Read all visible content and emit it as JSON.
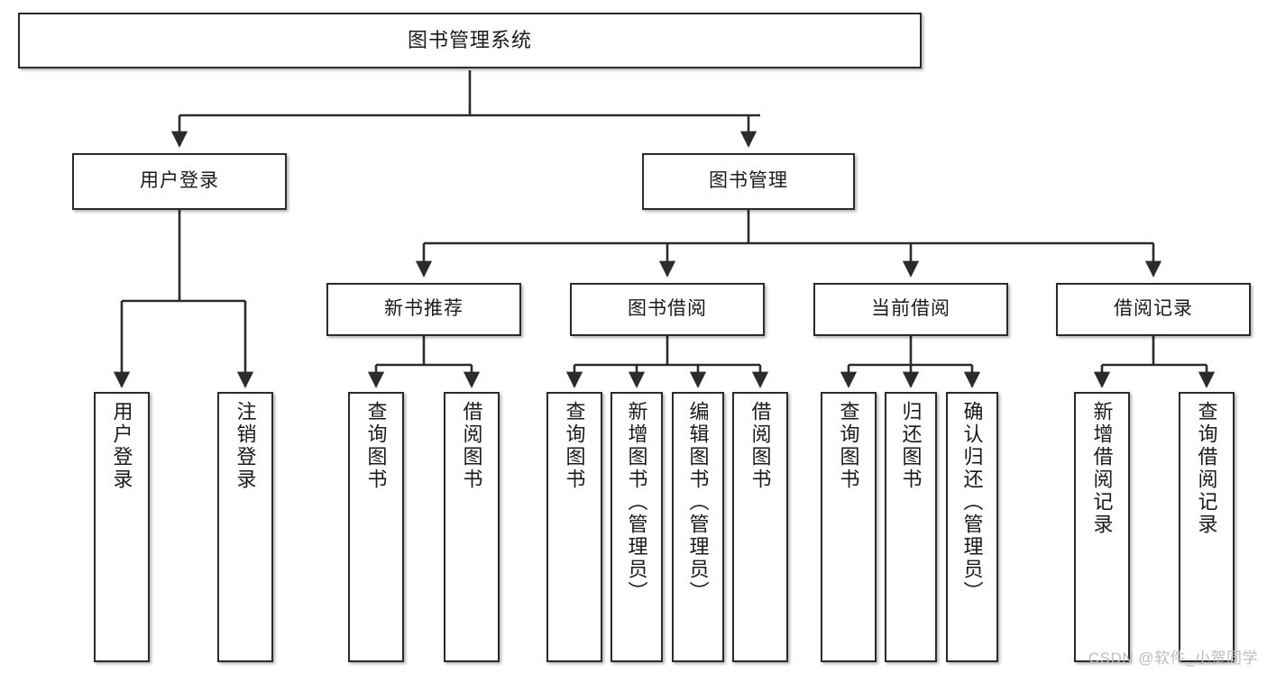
{
  "diagram": {
    "type": "tree-hierarchy",
    "title": "图书管理系统",
    "watermark": "CSDN @软件_小贺同学",
    "colors": {
      "box_border": "#2b2b2b",
      "box_fill": "#ffffff",
      "wire": "#2b2b2b",
      "watermark": "#bdbdbd"
    },
    "levels": {
      "root": {
        "label": "图书管理系统"
      },
      "level2": [
        {
          "label": "用户登录"
        },
        {
          "label": "图书管理"
        }
      ],
      "level3": [
        {
          "label": "新书推荐"
        },
        {
          "label": "图书借阅"
        },
        {
          "label": "当前借阅"
        },
        {
          "label": "借阅记录"
        }
      ],
      "leaves": {
        "user_login": [
          {
            "label": "用户登录"
          },
          {
            "label": "注销登录"
          }
        ],
        "new_book_recommend": [
          {
            "label": "查询图书"
          },
          {
            "label": "借阅图书"
          }
        ],
        "book_borrow": [
          {
            "label": "查询图书"
          },
          {
            "label": "新增图书（管理员）"
          },
          {
            "label": "编辑图书（管理员）"
          },
          {
            "label": "借阅图书"
          }
        ],
        "current_borrow": [
          {
            "label": "查询图书"
          },
          {
            "label": "归还图书"
          },
          {
            "label": "确认归还（管理员）"
          }
        ],
        "borrow_record": [
          {
            "label": "新增借阅记录"
          },
          {
            "label": "查询借阅记录"
          }
        ]
      }
    }
  }
}
